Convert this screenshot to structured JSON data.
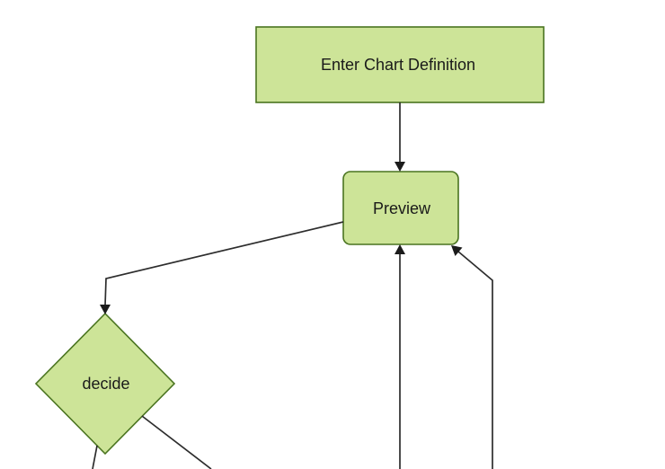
{
  "diagram": {
    "type": "flowchart",
    "direction": "top-down",
    "colors": {
      "background": "#ffffff",
      "node_fill": "#cde498",
      "node_border": "#4a7420",
      "edge_line": "#2d2d2d",
      "arrowhead": "#1b1b1b",
      "label_text": "#1a1a1a"
    },
    "nodes": {
      "enter_chart_definition": {
        "label": "Enter Chart Definition",
        "shape": "rectangle"
      },
      "preview": {
        "label": "Preview",
        "shape": "rounded-rectangle"
      },
      "decide": {
        "label": "decide",
        "shape": "diamond"
      }
    },
    "edges": [
      {
        "from": "enter_chart_definition",
        "to": "preview",
        "arrowhead": "visible"
      },
      {
        "from": "preview",
        "to": "decide",
        "arrowhead": "visible"
      },
      {
        "from": "offscreen_bottom",
        "to": "preview",
        "arrowhead": "visible"
      },
      {
        "from": "offscreen_bottom_right",
        "to": "preview",
        "arrowhead": "visible"
      },
      {
        "from": "decide",
        "to": "offscreen_bottom_left",
        "arrowhead": "offscreen"
      },
      {
        "from": "decide",
        "to": "offscreen_bottom_right",
        "arrowhead": "offscreen"
      }
    ]
  }
}
